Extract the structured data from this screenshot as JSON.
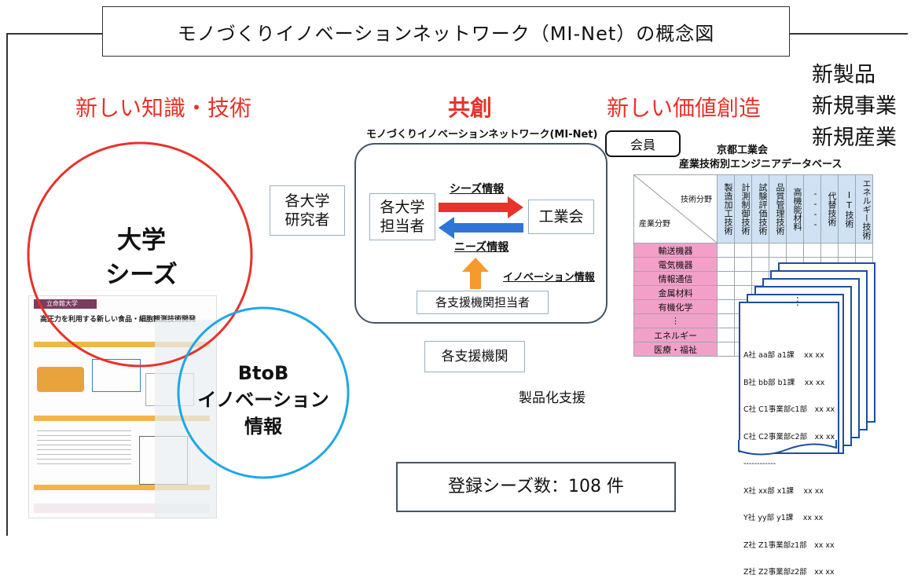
{
  "title": "モノづくりイノベーションネットワーク（MI-Net）の概念図",
  "heading_left": "新しい知識・技術",
  "heading_center": "共創",
  "heading_right": "新しい価値創造",
  "outcomes": [
    "新製品",
    "新規事業",
    "新規産業"
  ],
  "circle_university": [
    "大学",
    "シーズ"
  ],
  "circle_btob": [
    "BtoB",
    "イノベーション",
    "情報"
  ],
  "researcher_box": [
    "各大学",
    "研究者"
  ],
  "network_title": "モノづくりイノベーションネットワーク(MI-Net)",
  "network": {
    "univ_box": [
      "各大学",
      "担当者"
    ],
    "industry_box": "工業会",
    "seeds_info": "シーズ情報",
    "needs_info": "ニーズ情報",
    "innovation_info": "イノベーション情報",
    "support_staff": "各支援機関担当者"
  },
  "support_orgs": "各支援機関",
  "productization": "製品化支援",
  "seeds_count": "登録シーズ数：108 件",
  "member_label": "会員",
  "database": {
    "org": "京都工業会",
    "title": "産業技術別エンジニアデータベース",
    "corner_top": "技術分野",
    "corner_bottom": "産業分野",
    "tech_fields": [
      "製造加工技術",
      "計測制御技術",
      "試験評価技術",
      "品質管理技術",
      "高機能材料",
      "----",
      "代替技術",
      "IT技術",
      "エネルギー技術"
    ],
    "industries": [
      "輸送機器",
      "電気機器",
      "情報通信",
      "金属材料",
      "有機化学",
      "⋮",
      "エネルギー",
      "医療・福祉"
    ],
    "records": [
      "A社 aa部 a1課　 xx xx",
      "B社 bb部 b1課　 xx xx",
      "C社 C1事業部c1部　xx xx",
      "C社 C2事業部c2部　xx xx",
      "------------",
      "X社 xx部 x1課　 xx xx",
      "Y社 yy部 y1課　 xx xx",
      "Z社 Z1事業部z1部　xx xx",
      "Z社 Z2事業部z2部　xx xx"
    ]
  },
  "poster": {
    "university": "立命館大学",
    "title": "高圧力を利用する新しい食品・細胞観測技術開発"
  },
  "colors": {
    "red": "#e8322a",
    "blue": "#1ea7e6",
    "navy": "#44546a",
    "pink": "#f2a0c8",
    "orange": "#f59a2c",
    "arrow_blue": "#2e75d6"
  }
}
